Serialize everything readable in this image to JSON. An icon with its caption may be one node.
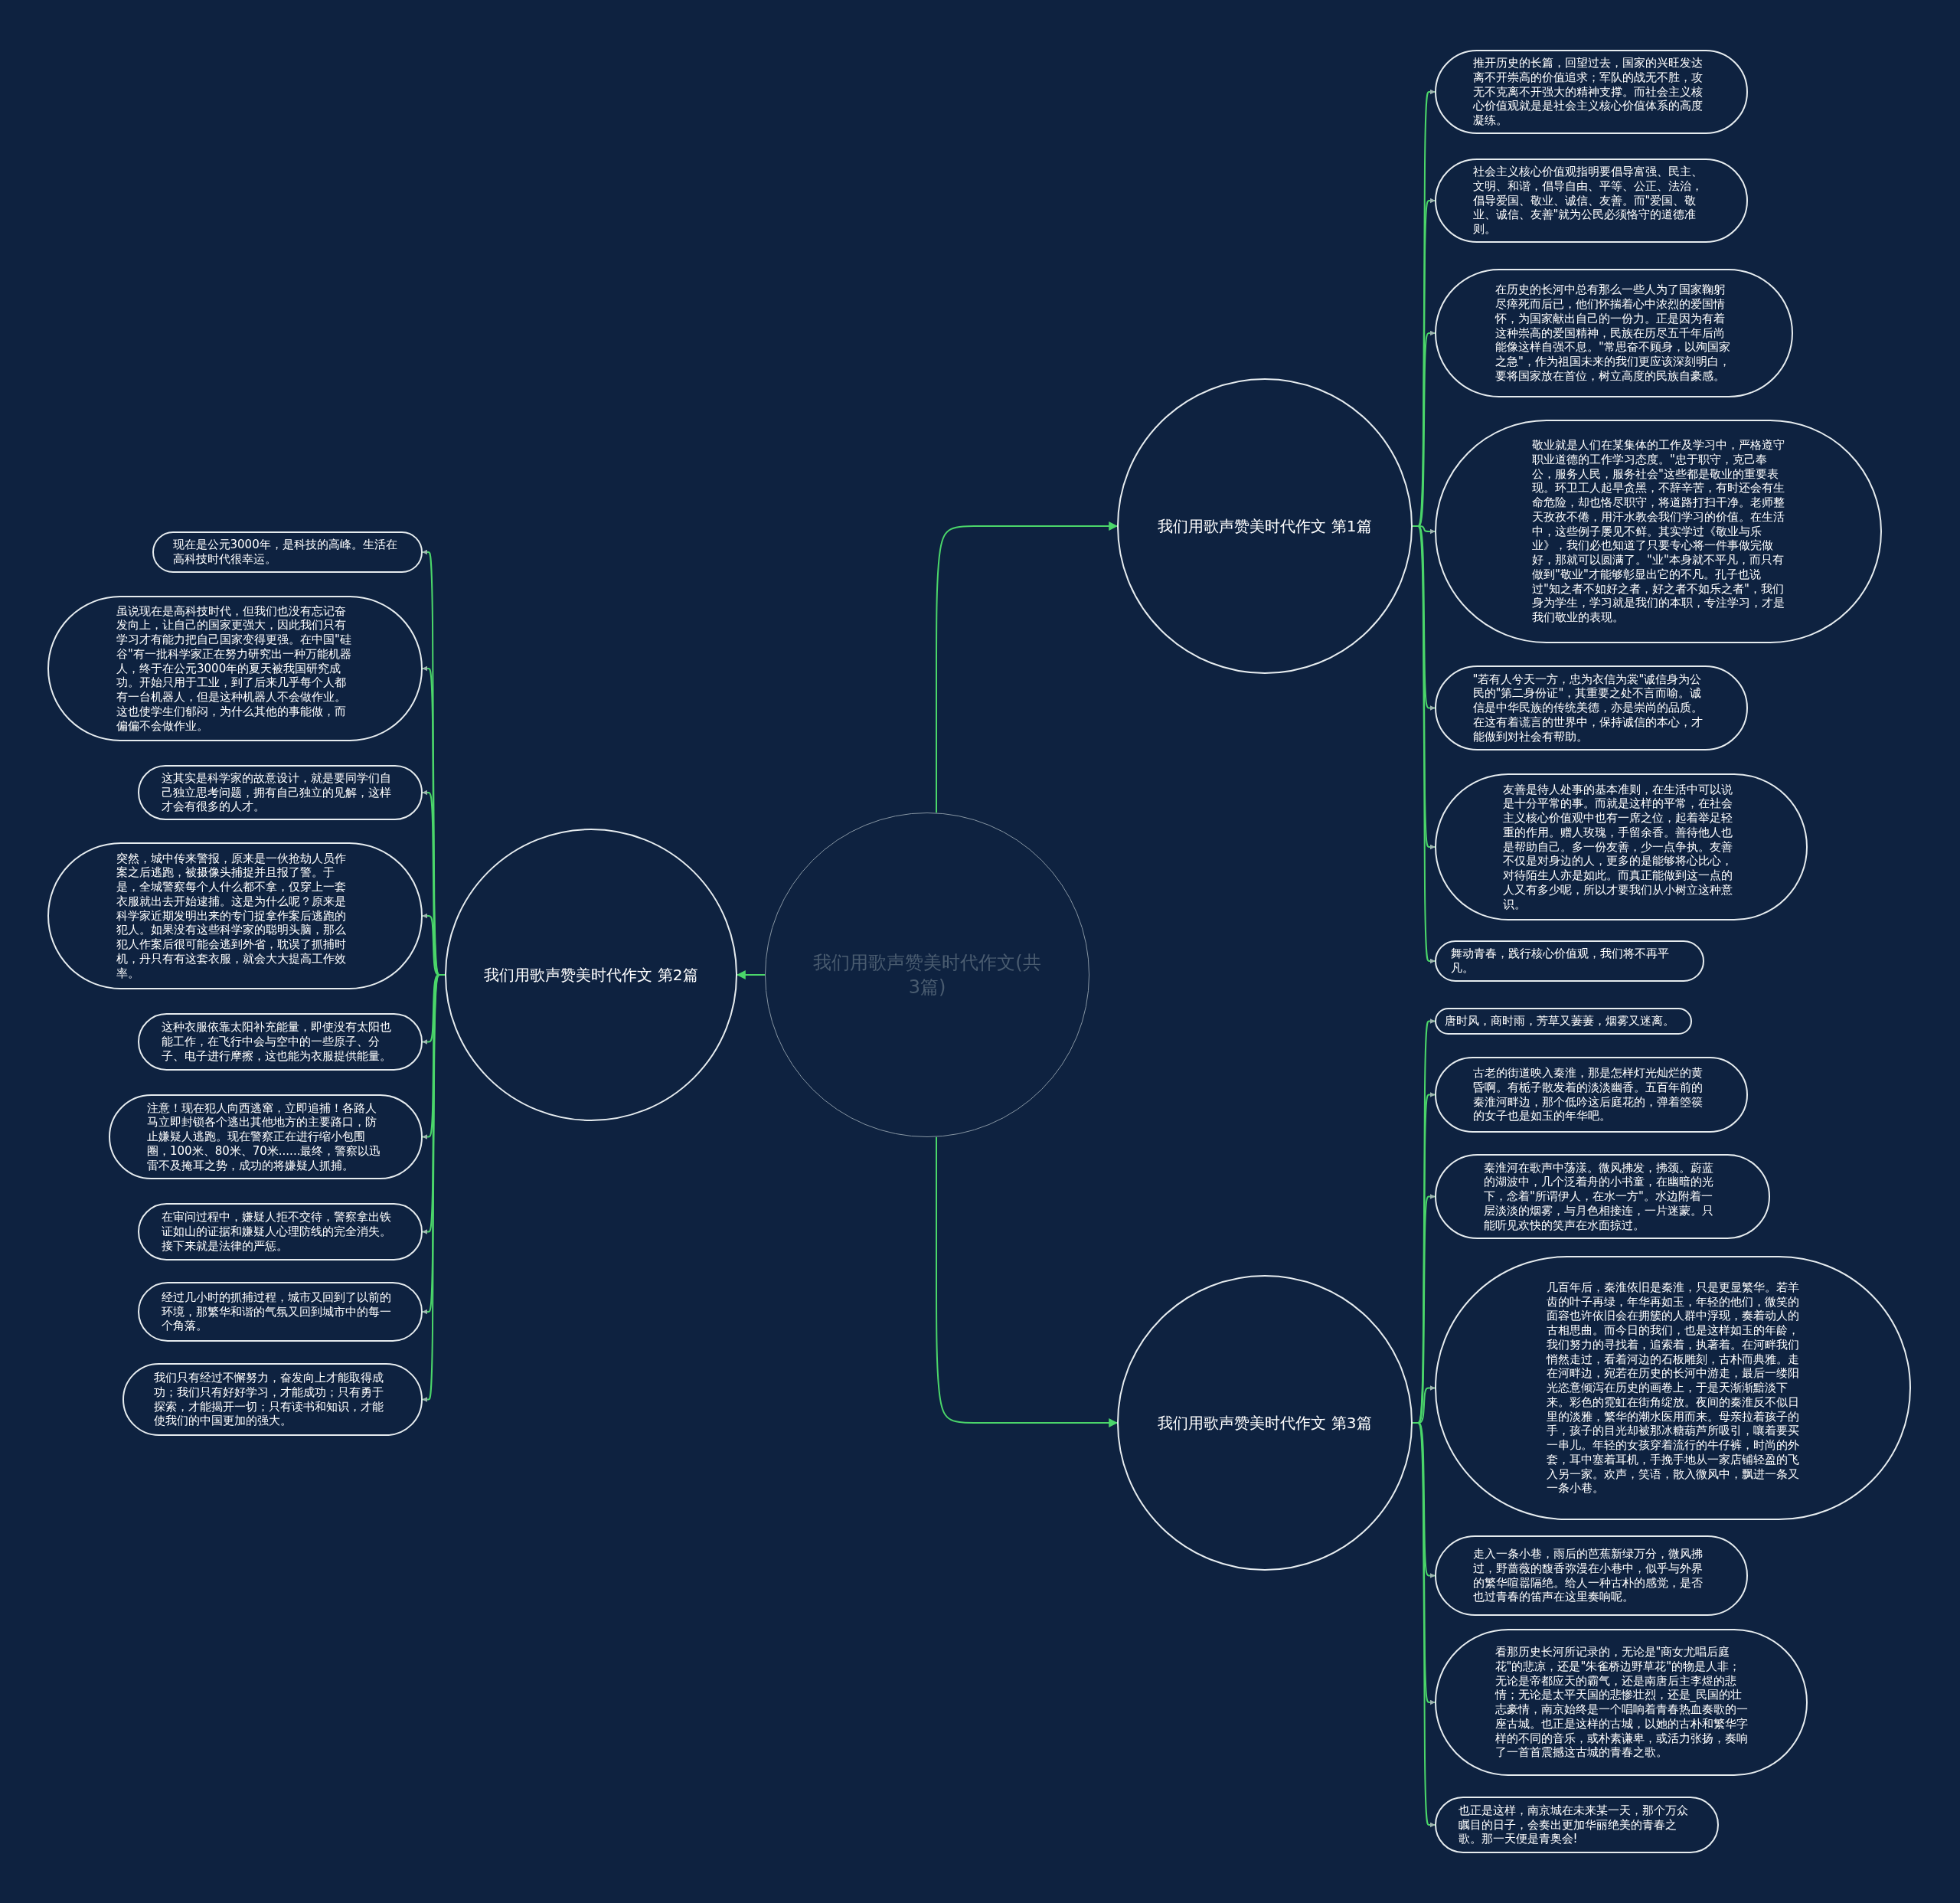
{
  "diagram": {
    "nodes": [
      {
        "text": [
          "我们用歌声赞美时代作文(共3篇)"
        ]
      },
      {
        "text": [
          "我们用歌声赞美时代作文 第1篇"
        ]
      },
      {
        "text": [
          "推开历史的长篇，回望过去，国家的兴旺发达离不开崇高的价值追求；军队的战无不胜，攻无不克离不开强大的精神支撑。而社会主义核心价值观就是是社会主义核心价值体系的高度凝练。"
        ]
      },
      {
        "text": [
          "社会主义核心价值观指明要倡导富强、民主、文明、和谐，倡导自由、平等、公正、法治，倡导爱国、敬业、诚信、友善。而\"爱国、敬业、诚信、友善\"就为公民必须恪守的道德准则。"
        ]
      },
      {
        "text": [
          "在历史的长河中总有那么一些人为了国家鞠躬尽瘁死而后已，他们怀揣着心中浓烈的爱国情怀，为国家献出自己的一份力。正是因为有着这种崇高的爱国精神，民族在历尽五千年后尚能像这样自强不息。\"常思奋不顾身，以殉国家之急\"，作为祖国未来的我们更应该深刻明白，要将国家放在首位，树立高度的民族自豪感。"
        ]
      },
      {
        "text": [
          "敬业就是人们在某集体的工作及学习中，严格遵守职业道德的工作学习态度。\"忠于职守，克己奉公，服务人民，服务社会\"这些都是敬业的重要表现。环卫工人起早贪黑，不辞辛苦，有时还会有生命危险，却也恪尽职守，将道路打扫干净。老师整天孜孜不倦，用汗水教会我们学习的价值。在生活中，这些例子屡见不鲜。其实学过《敬业与乐业》，我们必也知道了只要专心将一件事做完做好，那就可以圆满了。\"业\"本身就不平凡，而只有做到\"敬业\"才能够彰显出它的不凡。孔子也说过\"知之者不如好之者，好之者不如乐之者\"，我们身为学生，学习就是我们的本职，专注学习，才是我们敬业的表现。"
        ]
      },
      {
        "text": [
          "\"若有人兮天一方，忠为衣信为裳\"诚信身为公民的\"第二身份证\"，其重要之处不言而喻。诚信是中华民族的传统美德，亦是崇尚的品质。在这有着谎言的世界中，保持诚信的本心，才能做到对社会有帮助。"
        ]
      },
      {
        "text": [
          "友善是待人处事的基本准则，在生活中可以说是十分平常的事。而就是这样的平常，在社会主义核心价值观中也有一席之位，起着举足轻重的作用。赠人玫瑰，手留余香。善待他人也是帮助自己。多一份友善，少一点争执。友善不仅是对身边的人，更多的是能够将心比心，对待陌生人亦是如此。而真正能做到这一点的人又有多少呢，所以才要我们从小树立这种意识。"
        ]
      },
      {
        "text": [
          "舞动青春，践行核心价值观，我们将不再平凡。"
        ]
      },
      {
        "text": [
          "我们用歌声赞美时代作文 第2篇"
        ]
      },
      {
        "text": [
          "现在是公元3000年，是科技的高峰。生活在高科技时代很幸运。"
        ]
      },
      {
        "text": [
          "虽说现在是高科技时代，但我们也没有忘记奋发向上，让自己的国家更强大，因此我们只有学习才有能力把自己国家变得更强。在中国\"硅谷\"有一批科学家正在努力研究出一种万能机器人，终于在公元3000年的夏天被我国研究成功。开始只用于工业，到了后来几乎每个人都有一台机器人，但是这种机器人不会做作业。这也使学生们郁闷，为什么其他的事能做，而偏偏不会做作业。"
        ]
      },
      {
        "text": [
          "这其实是科学家的故意设计，就是要同学们自己独立思考问题，拥有自己独立的见解，这样才会有很多的人才。"
        ]
      },
      {
        "text": [
          "突然，城中传来警报，原来是一伙抢劫人员作案之后逃跑，被摄像头捕捉并且报了警。于是，全城警察每个人什么都不拿，仅穿上一套衣服就出去开始逮捕。这是为什么呢？原来是科学家近期发明出来的专门捉拿作案后逃跑的犯人。如果没有这些科学家的聪明头脑，那么犯人作案后很可能会逃到外省，耽误了抓捕时机，丹只有有这套衣服，就会大大提高工作效率。"
        ]
      },
      {
        "text": [
          "这种衣服依靠太阳补充能量，即使没有太阳也能工作，在飞行中会与空中的一些原子、分子、电子进行摩擦，这也能为衣服提供能量。"
        ]
      },
      {
        "text": [
          "注意！现在犯人向西逃窜，立即追捕！各路人马立即封锁各个逃出其他地方的主要路口，防止嫌疑人逃跑。现在警察正在进行缩小包围圈，100米、80米、70米......最终，警察以迅雷不及掩耳之势，成功的将嫌疑人抓捕。"
        ]
      },
      {
        "text": [
          "在审问过程中，嫌疑人拒不交待，警察拿出铁证如山的证据和嫌疑人心理防线的完全消失。接下来就是法律的严惩。"
        ]
      },
      {
        "text": [
          "经过几小时的抓捕过程，城市又回到了以前的环境，那繁华和谐的气氛又回到城市中的每一个角落。"
        ]
      },
      {
        "text": [
          "我们只有经过不懈努力，奋发向上才能取得成功；我们只有好好学习，才能成功；只有勇于探索，才能揭开一切；只有读书和知识，才能使我们的中国更加的强大。"
        ]
      },
      {
        "text": [
          "我们用歌声赞美时代作文 第3篇"
        ]
      },
      {
        "text": [
          "唐时风，商时雨，芳草又萋萋，烟雾又迷离。"
        ]
      },
      {
        "text": [
          "古老的街道映入秦淮，那是怎样灯光灿烂的黄昏啊。有栀子散发着的淡淡幽香。五百年前的秦淮河畔边，那个低吟这后庭花的，弹着箜篌的女子也是如玉的年华吧。"
        ]
      },
      {
        "text": [
          "秦淮河在歌声中荡漾。微风拂发，拂颈。蔚蓝的湖波中，几个泛着舟的小书童，在幽暗的光下，念着\"所谓伊人，在水一方\"。水边附着一层淡淡的烟雾，与月色相接连，一片迷蒙。只能听见欢快的笑声在水面掠过。"
        ]
      },
      {
        "text": [
          "几百年后，秦淮依旧是秦淮，只是更显繁华。若羊齿的叶子再绿，年华再如玉，年轻的他们，微笑的面容也许依旧会在拥簇的人群中浮现，奏着动人的古相思曲。而今日的我们，也是这样如玉的年龄，我们努力的寻找着，追索着，执著着。在河畔我们悄然走过，看着河边的石板雕刻，古朴而典雅。走在河畔边，宛若在历史的长河中游走，最后一缕阳光恣意倾泻在历史的画卷上，于是天渐渐黯淡下来。彩色的霓虹在街角绽放。夜间的秦淮反不似日里的淡雅，繁华的潮水医用而来。母亲拉着孩子的手，孩子的目光却被那冰糖葫芦所吸引，嚷着要买一串儿。年轻的女孩穿着流行的牛仔裤，时尚的外套，耳中塞着耳机，手挽手地从一家店铺轻盈的飞入另一家。欢声，笑语，散入微风中，飘进一条又一条小巷。"
        ]
      },
      {
        "text": [
          "走入一条小巷，雨后的芭蕉新绿万分，微风拂过，野蔷薇的馥香弥漫在小巷中，似乎与外界的繁华喧嚣隔绝。给人一种古朴的感觉，是否也过青春的笛声在这里奏响呢。"
        ]
      },
      {
        "text": [
          "看那历史长河所记录的，无论是\"商女尤唱后庭花\"的悲凉，还是\"朱雀桥边野草花\"的物是人非；无论是帝都应天的霸气，还是南唐后主李煜的悲情；无论是太平天国的悲惨壮烈，还是_民国的壮志豪情，南京始终是一个唱响着青春热血奏歌的一座古城。也正是这样的古城，以她的古朴和繁华字样的不同的音乐，或朴素谦卑，或活力张扬，奏响了一首首震撼这古城的青春之歌。"
        ]
      },
      {
        "text": [
          "也正是这样，南京城在未来某一天，那个万众瞩目的日子，会奏出更加华丽绝美的青春之歌。那一天便是青奥会!"
        ]
      }
    ],
    "edges": [
      {
        "from": 0,
        "to": 1,
        "arrow": "to"
      },
      {
        "from": 0,
        "to": 9,
        "arrow": "to"
      },
      {
        "from": 0,
        "to": 19,
        "arrow": "to"
      },
      {
        "from": 1,
        "to": 2,
        "arrow": "to"
      },
      {
        "from": 1,
        "to": 3,
        "arrow": "to"
      },
      {
        "from": 1,
        "to": 4,
        "arrow": "to"
      },
      {
        "from": 1,
        "to": 5,
        "arrow": "to"
      },
      {
        "from": 1,
        "to": 6,
        "arrow": "to"
      },
      {
        "from": 1,
        "to": 7,
        "arrow": "to"
      },
      {
        "from": 1,
        "to": 8,
        "arrow": "to"
      },
      {
        "from": 9,
        "to": 10,
        "arrow": "to"
      },
      {
        "from": 9,
        "to": 11,
        "arrow": "to"
      },
      {
        "from": 9,
        "to": 12,
        "arrow": "to"
      },
      {
        "from": 9,
        "to": 13,
        "arrow": "to"
      },
      {
        "from": 9,
        "to": 14,
        "arrow": "to"
      },
      {
        "from": 9,
        "to": 15,
        "arrow": "to"
      },
      {
        "from": 9,
        "to": 16,
        "arrow": "to"
      },
      {
        "from": 9,
        "to": 17,
        "arrow": "to"
      },
      {
        "from": 9,
        "to": 18,
        "arrow": "to"
      },
      {
        "from": 19,
        "to": 20,
        "arrow": "to"
      },
      {
        "from": 19,
        "to": 21,
        "arrow": "to"
      },
      {
        "from": 19,
        "to": 22,
        "arrow": "to"
      },
      {
        "from": 19,
        "to": 23,
        "arrow": "to"
      },
      {
        "from": 19,
        "to": 24,
        "arrow": "to"
      },
      {
        "from": 19,
        "to": 25,
        "arrow": "to"
      },
      {
        "from": 19,
        "to": 26,
        "arrow": "to"
      }
    ]
  }
}
